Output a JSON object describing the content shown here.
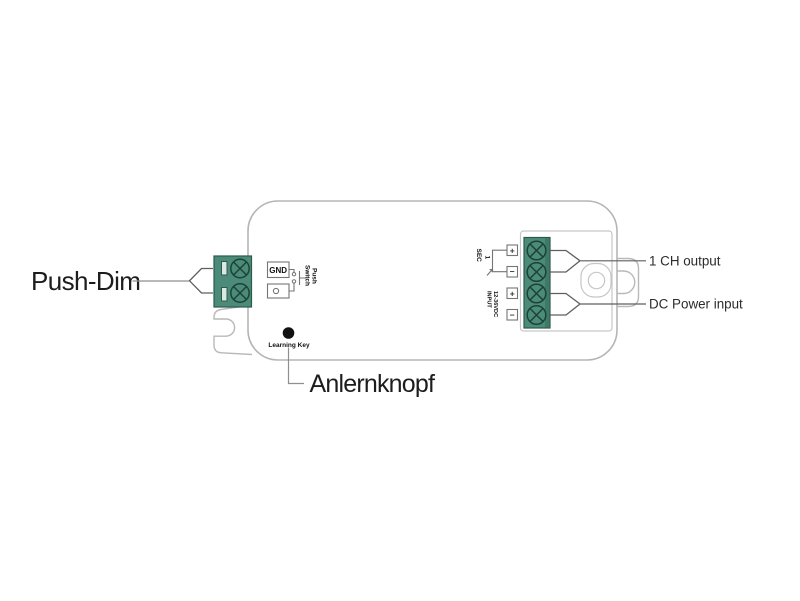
{
  "colors": {
    "terminal_green": "#4C8B79",
    "terminal_green_dark": "#3F7A69",
    "button_black": "#111111",
    "text_black": "#1d1d1d"
  },
  "callouts": {
    "push_dim": "Push-Dim",
    "anlernknopf": "Anlernknopf",
    "ch_output": "1 CH output",
    "dc_power": "DC Power input"
  },
  "device": {
    "gnd": "GND",
    "push_switch": [
      "Push",
      "Switch"
    ],
    "learning_key": "Learning Key",
    "sec": "SEC",
    "sec_num": "1",
    "input": "INPUT",
    "input_voltage": "12-36VDC",
    "plus": "+",
    "minus": "−"
  }
}
